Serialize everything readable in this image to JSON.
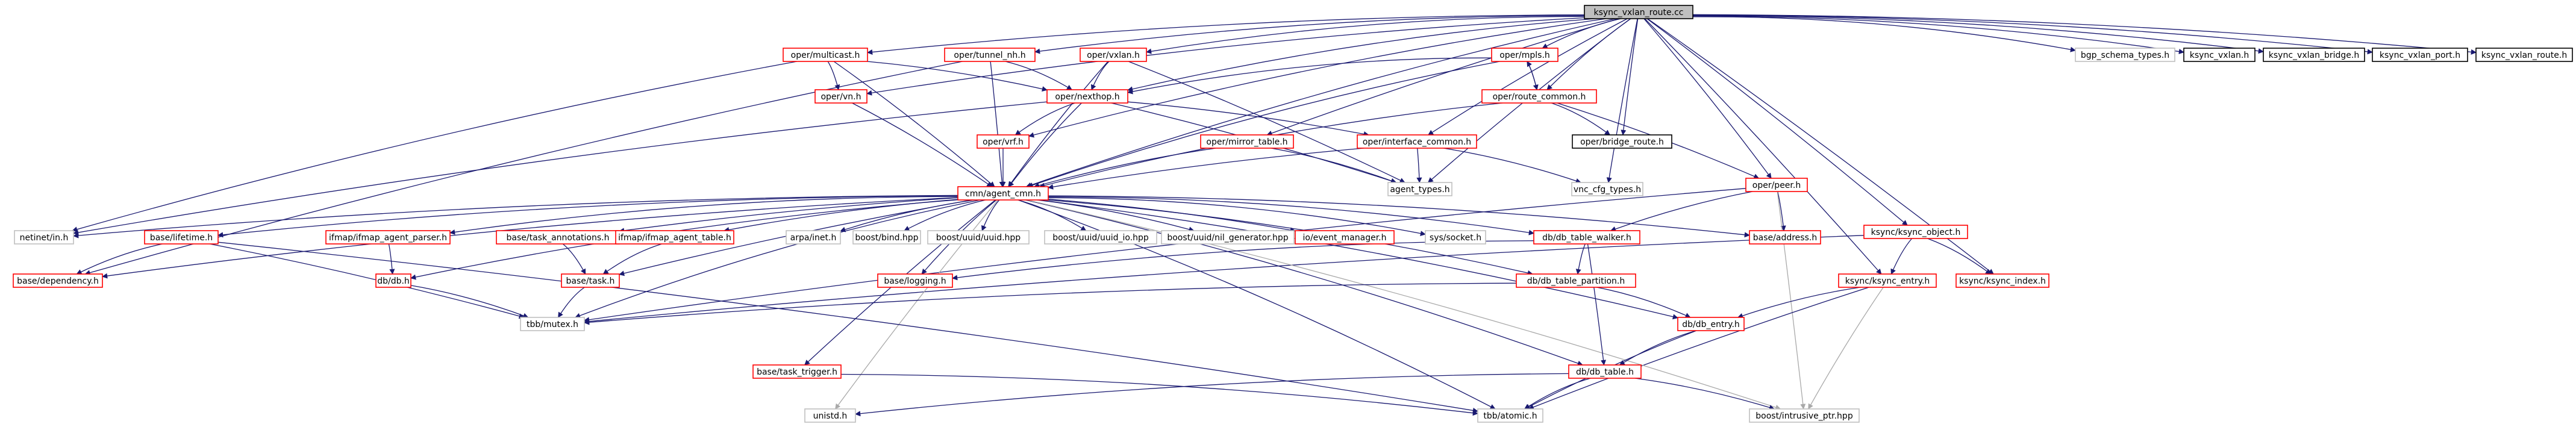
{
  "graph": {
    "title": "ksync_vxlan_route.cc",
    "colors": {
      "root_fill": "#bfbfbf",
      "red_border": "#ff0000",
      "black_border": "#000000",
      "grey_border": "#bfbfbf",
      "edge": "#191970",
      "edge_light": "#a9a9a9"
    },
    "nodes": [
      {
        "id": "root",
        "label": "ksync_vxlan_route.cc",
        "style": "root"
      },
      {
        "id": "multicast",
        "label": "oper/multicast.h",
        "style": "red"
      },
      {
        "id": "tunnel_nh",
        "label": "oper/tunnel_nh.h",
        "style": "red"
      },
      {
        "id": "vxlan",
        "label": "oper/vxlan.h",
        "style": "red"
      },
      {
        "id": "mpls",
        "label": "oper/mpls.h",
        "style": "red"
      },
      {
        "id": "bgp_schema",
        "label": "bgp_schema_types.h",
        "style": "grey"
      },
      {
        "id": "ksync_vxlan",
        "label": "ksync_vxlan.h",
        "style": "black"
      },
      {
        "id": "ksync_vxlan_bridge",
        "label": "ksync_vxlan_bridge.h",
        "style": "black"
      },
      {
        "id": "ksync_vxlan_port",
        "label": "ksync_vxlan_port.h",
        "style": "black"
      },
      {
        "id": "ksync_vxlan_route",
        "label": "ksync_vxlan_route.h",
        "style": "black"
      },
      {
        "id": "vn",
        "label": "oper/vn.h",
        "style": "red"
      },
      {
        "id": "nexthop",
        "label": "oper/nexthop.h",
        "style": "red"
      },
      {
        "id": "route_common",
        "label": "oper/route_common.h",
        "style": "red"
      },
      {
        "id": "vrf",
        "label": "oper/vrf.h",
        "style": "red"
      },
      {
        "id": "mirror_table",
        "label": "oper/mirror_table.h",
        "style": "red"
      },
      {
        "id": "interface_common",
        "label": "oper/interface_common.h",
        "style": "red"
      },
      {
        "id": "bridge_route",
        "label": "oper/bridge_route.h",
        "style": "black"
      },
      {
        "id": "peer",
        "label": "oper/peer.h",
        "style": "red"
      },
      {
        "id": "ksync_object",
        "label": "ksync/ksync_object.h",
        "style": "red"
      },
      {
        "id": "agent_cmn",
        "label": "cmn/agent_cmn.h",
        "style": "red"
      },
      {
        "id": "agent_types",
        "label": "agent_types.h",
        "style": "grey"
      },
      {
        "id": "vnc_cfg",
        "label": "vnc_cfg_types.h",
        "style": "grey"
      },
      {
        "id": "netinet",
        "label": "netinet/in.h",
        "style": "grey"
      },
      {
        "id": "lifetime",
        "label": "base/lifetime.h",
        "style": "red"
      },
      {
        "id": "ifmap_parser",
        "label": "ifmap/ifmap_agent_parser.h",
        "style": "red"
      },
      {
        "id": "task_annotations",
        "label": "base/task_annotations.h",
        "style": "red"
      },
      {
        "id": "ifmap_table",
        "label": "ifmap/ifmap_agent_table.h",
        "style": "red"
      },
      {
        "id": "arpa",
        "label": "arpa/inet.h",
        "style": "grey"
      },
      {
        "id": "boost_bind",
        "label": "boost/bind.hpp",
        "style": "grey"
      },
      {
        "id": "uuid",
        "label": "boost/uuid/uuid.hpp",
        "style": "grey"
      },
      {
        "id": "uuid_io",
        "label": "boost/uuid/uuid_io.hpp",
        "style": "grey"
      },
      {
        "id": "nil_gen",
        "label": "boost/uuid/nil_generator.hpp",
        "style": "grey"
      },
      {
        "id": "event_manager",
        "label": "io/event_manager.h",
        "style": "red"
      },
      {
        "id": "socket",
        "label": "sys/socket.h",
        "style": "grey"
      },
      {
        "id": "db_walker",
        "label": "db/db_table_walker.h",
        "style": "red"
      },
      {
        "id": "address",
        "label": "base/address.h",
        "style": "red"
      },
      {
        "id": "ksync_entry",
        "label": "ksync/ksync_entry.h",
        "style": "red"
      },
      {
        "id": "ksync_index",
        "label": "ksync/ksync_index.h",
        "style": "red"
      },
      {
        "id": "dependency",
        "label": "base/dependency.h",
        "style": "red"
      },
      {
        "id": "db",
        "label": "db/db.h",
        "style": "red"
      },
      {
        "id": "task",
        "label": "base/task.h",
        "style": "red"
      },
      {
        "id": "logging",
        "label": "base/logging.h",
        "style": "red"
      },
      {
        "id": "db_partition",
        "label": "db/db_table_partition.h",
        "style": "red"
      },
      {
        "id": "db_entry",
        "label": "db/db_entry.h",
        "style": "red"
      },
      {
        "id": "tbb_mutex",
        "label": "tbb/mutex.h",
        "style": "grey"
      },
      {
        "id": "task_trigger",
        "label": "base/task_trigger.h",
        "style": "red"
      },
      {
        "id": "db_table",
        "label": "db/db_table.h",
        "style": "red"
      },
      {
        "id": "unistd",
        "label": "unistd.h",
        "style": "grey"
      },
      {
        "id": "tbb_atomic",
        "label": "tbb/atomic.h",
        "style": "grey"
      },
      {
        "id": "intrusive",
        "label": "boost/intrusive_ptr.hpp",
        "style": "grey"
      }
    ],
    "edges": [
      [
        "root",
        "multicast"
      ],
      [
        "root",
        "tunnel_nh"
      ],
      [
        "root",
        "vxlan"
      ],
      [
        "root",
        "mpls"
      ],
      [
        "root",
        "bgp_schema"
      ],
      [
        "root",
        "ksync_vxlan"
      ],
      [
        "root",
        "ksync_vxlan_bridge"
      ],
      [
        "root",
        "ksync_vxlan_port"
      ],
      [
        "root",
        "ksync_vxlan_route"
      ],
      [
        "root",
        "vn"
      ],
      [
        "root",
        "nexthop"
      ],
      [
        "root",
        "route_common"
      ],
      [
        "root",
        "vrf"
      ],
      [
        "root",
        "mirror_table"
      ],
      [
        "root",
        "interface_common"
      ],
      [
        "root",
        "bridge_route"
      ],
      [
        "root",
        "peer"
      ],
      [
        "root",
        "ksync_object"
      ],
      [
        "root",
        "agent_cmn"
      ],
      [
        "root",
        "agent_types"
      ],
      [
        "root",
        "vnc_cfg"
      ],
      [
        "root",
        "ksync_entry"
      ],
      [
        "root",
        "ksync_index"
      ],
      [
        "multicast",
        "vn"
      ],
      [
        "multicast",
        "nexthop"
      ],
      [
        "multicast",
        "agent_cmn"
      ],
      [
        "multicast",
        "netinet"
      ],
      [
        "tunnel_nh",
        "nexthop"
      ],
      [
        "tunnel_nh",
        "agent_cmn"
      ],
      [
        "tunnel_nh",
        "dependency"
      ],
      [
        "vxlan",
        "nexthop"
      ],
      [
        "vxlan",
        "agent_cmn"
      ],
      [
        "vxlan",
        "agent_types"
      ],
      [
        "mpls",
        "nexthop"
      ],
      [
        "mpls",
        "route_common"
      ],
      [
        "mpls",
        "agent_cmn"
      ],
      [
        "vn",
        "agent_cmn"
      ],
      [
        "nexthop",
        "vrf"
      ],
      [
        "nexthop",
        "interface_common"
      ],
      [
        "nexthop",
        "agent_cmn"
      ],
      [
        "nexthop",
        "agent_types"
      ],
      [
        "nexthop",
        "netinet"
      ],
      [
        "route_common",
        "mpls"
      ],
      [
        "route_common",
        "bridge_route"
      ],
      [
        "route_common",
        "peer"
      ],
      [
        "route_common",
        "agent_cmn"
      ],
      [
        "vrf",
        "agent_cmn"
      ],
      [
        "mirror_table",
        "agent_cmn"
      ],
      [
        "mirror_table",
        "agent_types"
      ],
      [
        "interface_common",
        "agent_cmn"
      ],
      [
        "interface_common",
        "agent_types"
      ],
      [
        "interface_common",
        "vnc_cfg"
      ],
      [
        "peer",
        "db_walker"
      ],
      [
        "peer",
        "address"
      ],
      [
        "peer",
        "tbb_mutex"
      ],
      [
        "peer",
        "intrusive"
      ],
      [
        "ksync_object",
        "ksync_entry"
      ],
      [
        "ksync_object",
        "ksync_index"
      ],
      [
        "ksync_object",
        "tbb_mutex"
      ],
      [
        "ksync_entry",
        "db_entry"
      ],
      [
        "ksync_entry",
        "tbb_atomic"
      ],
      [
        "ksync_entry",
        "intrusive"
      ],
      [
        "agent_cmn",
        "netinet"
      ],
      [
        "agent_cmn",
        "lifetime"
      ],
      [
        "agent_cmn",
        "ifmap_parser"
      ],
      [
        "agent_cmn",
        "task_annotations"
      ],
      [
        "agent_cmn",
        "ifmap_table"
      ],
      [
        "agent_cmn",
        "arpa"
      ],
      [
        "agent_cmn",
        "boost_bind"
      ],
      [
        "agent_cmn",
        "uuid"
      ],
      [
        "agent_cmn",
        "uuid_io"
      ],
      [
        "agent_cmn",
        "nil_gen"
      ],
      [
        "agent_cmn",
        "event_manager"
      ],
      [
        "agent_cmn",
        "socket"
      ],
      [
        "agent_cmn",
        "db_walker"
      ],
      [
        "agent_cmn",
        "address"
      ],
      [
        "agent_cmn",
        "dependency"
      ],
      [
        "agent_cmn",
        "db"
      ],
      [
        "agent_cmn",
        "task"
      ],
      [
        "agent_cmn",
        "logging"
      ],
      [
        "agent_cmn",
        "db_partition"
      ],
      [
        "agent_cmn",
        "db_entry"
      ],
      [
        "agent_cmn",
        "tbb_mutex"
      ],
      [
        "agent_cmn",
        "task_trigger"
      ],
      [
        "agent_cmn",
        "db_table"
      ],
      [
        "agent_cmn",
        "unistd"
      ],
      [
        "agent_cmn",
        "tbb_atomic"
      ],
      [
        "agent_cmn",
        "intrusive"
      ],
      [
        "lifetime",
        "dependency"
      ],
      [
        "lifetime",
        "tbb_mutex"
      ],
      [
        "lifetime",
        "tbb_atomic"
      ],
      [
        "ifmap_parser",
        "db"
      ],
      [
        "task_annotations",
        "task"
      ],
      [
        "ifmap_table",
        "task"
      ],
      [
        "db",
        "tbb_mutex"
      ],
      [
        "task",
        "tbb_mutex"
      ],
      [
        "db_walker",
        "logging"
      ],
      [
        "db_walker",
        "db_partition"
      ],
      [
        "db_walker",
        "db_table"
      ],
      [
        "db_partition",
        "tbb_mutex"
      ],
      [
        "db_partition",
        "db_entry"
      ],
      [
        "db_entry",
        "db_table"
      ],
      [
        "db_entry",
        "tbb_atomic"
      ],
      [
        "task_trigger",
        "tbb_atomic"
      ],
      [
        "db_table",
        "unistd"
      ],
      [
        "db_table",
        "tbb_atomic"
      ],
      [
        "db_table",
        "intrusive"
      ]
    ]
  }
}
